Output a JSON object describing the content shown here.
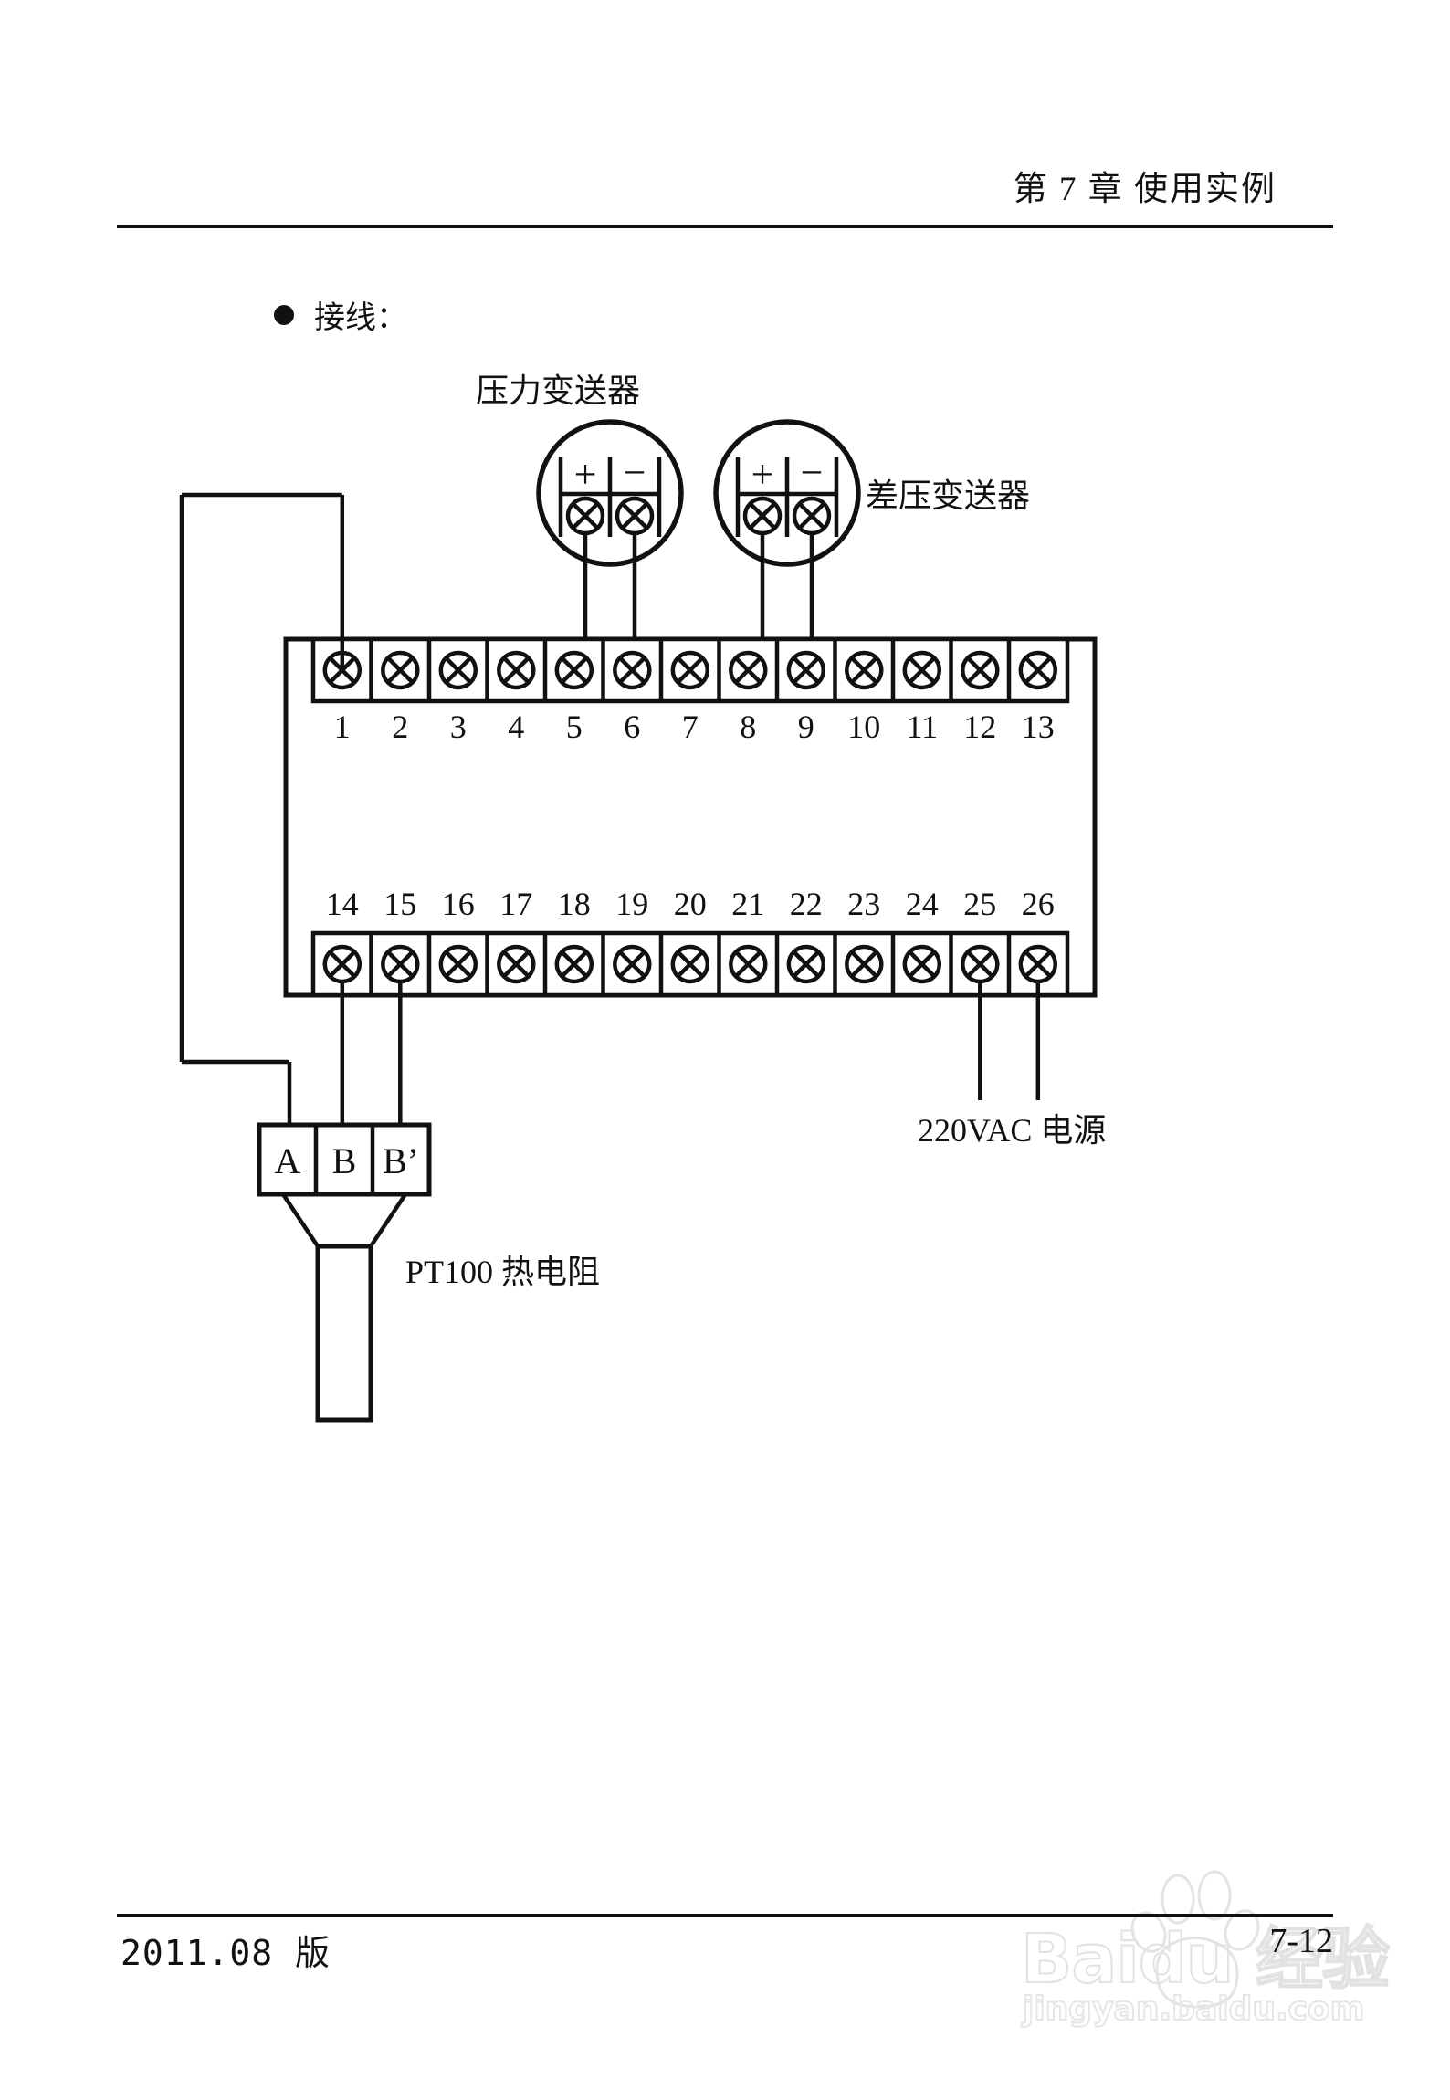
{
  "header": {
    "title": "第 7 章  使用实例"
  },
  "section": {
    "bullet_label": "接线："
  },
  "diagram": {
    "pressure_transmitter": {
      "label": "压力变送器",
      "terminals": [
        "+",
        "−"
      ],
      "connected_to": [
        "5",
        "6"
      ]
    },
    "diff_pressure_transmitter": {
      "label": "差压变送器",
      "terminals": [
        "+",
        "−"
      ],
      "connected_to": [
        "8",
        "9"
      ]
    },
    "terminal_block": {
      "top_row": [
        "1",
        "2",
        "3",
        "4",
        "5",
        "6",
        "7",
        "8",
        "9",
        "10",
        "11",
        "12",
        "13"
      ],
      "bottom_row": [
        "14",
        "15",
        "16",
        "17",
        "18",
        "19",
        "20",
        "21",
        "22",
        "23",
        "24",
        "25",
        "26"
      ]
    },
    "rtd_connector": {
      "pins": [
        "A",
        "B",
        "B’"
      ],
      "label": "PT100 热电阻",
      "connected_to": [
        "1",
        "14",
        "15"
      ]
    },
    "power": {
      "label": "220VAC 电源",
      "connected_to": [
        "25",
        "26"
      ]
    }
  },
  "footer": {
    "edition": "2011.08 版",
    "page": "7-12"
  },
  "watermark": {
    "brand": "Baidu 经验",
    "url": "jingyan.baidu.com"
  },
  "colors": {
    "ink": "#111111",
    "paper": "#ffffff",
    "watermark": "#e4e4e4"
  }
}
